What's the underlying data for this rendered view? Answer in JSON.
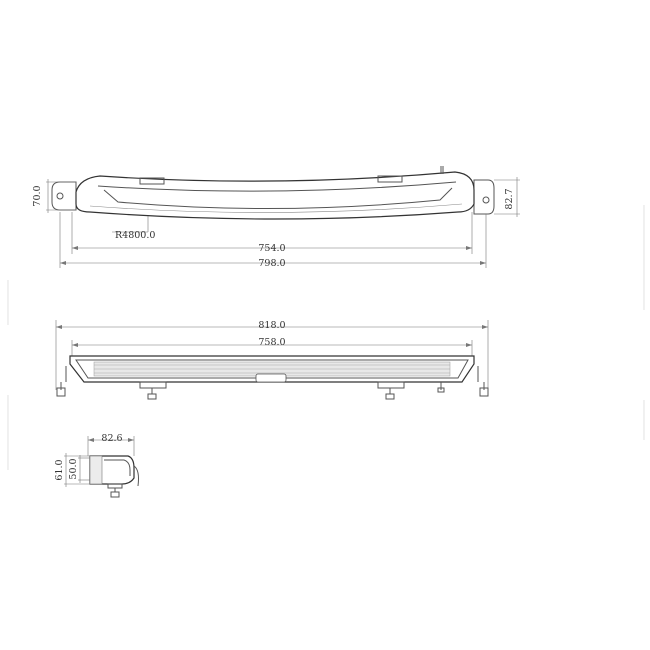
{
  "drawing": {
    "line_color": "#555555",
    "background": "#ffffff",
    "top_view": {
      "height_left": "70.0",
      "height_right": "82.7",
      "radius": "R4800.0",
      "width_inner": "754.0",
      "width_outer": "798.0"
    },
    "front_view": {
      "width_overall": "818.0",
      "width_lens": "758.0"
    },
    "side_view": {
      "depth": "82.6",
      "height_overall": "61.0",
      "height_body": "50.0"
    }
  }
}
